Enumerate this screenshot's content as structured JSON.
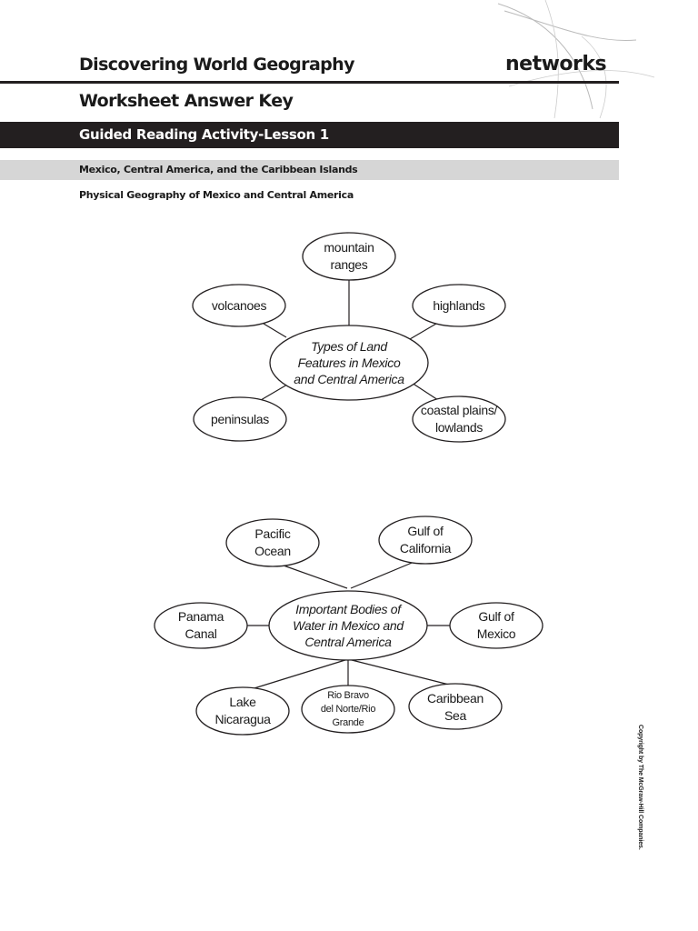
{
  "header": {
    "book_title": "Discovering World Geography",
    "logo_text": "networks",
    "doc_title": "Worksheet Answer Key",
    "lesson_title": "Guided Reading Activity-Lesson 1",
    "chapter": "Mexico, Central America, and the Caribbean Islands",
    "section": "Physical Geography of Mexico and Central America"
  },
  "web1": {
    "center": "Types of Land\nFeatures in Mexico\nand Central America",
    "nodes": [
      "mountain\nranges",
      "volcanoes",
      "highlands",
      "peninsulas",
      "coastal plains/\nlowlands"
    ]
  },
  "web2": {
    "center": "Important Bodies of\nWater in Mexico and\nCentral America",
    "nodes": [
      "Pacific\nOcean",
      "Gulf of\nCalifornia",
      "Panama\nCanal",
      "Gulf of\nMexico",
      "Lake\nNicaragua",
      "Rio Bravo\ndel Norte/Rio\nGrande",
      "Caribbean\nSea"
    ]
  },
  "footer": {
    "copyright": "Copyright by The McGraw-Hill Companies."
  }
}
